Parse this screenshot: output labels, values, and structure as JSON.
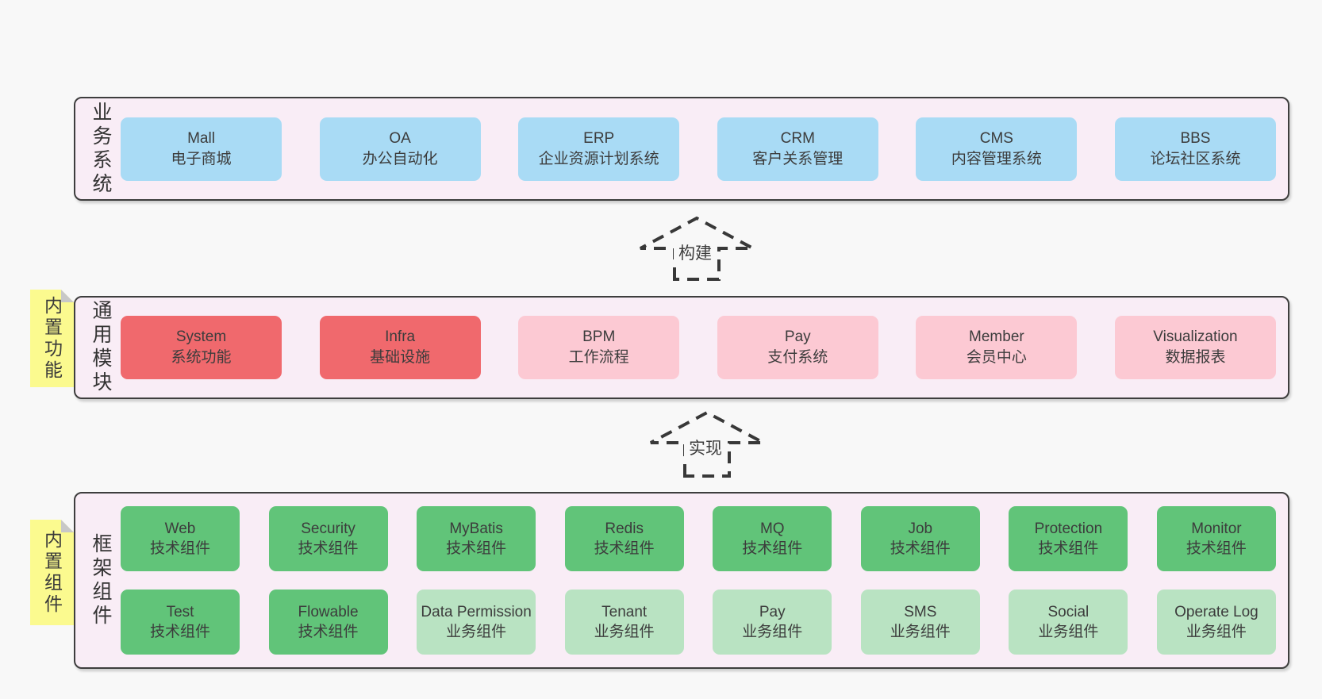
{
  "colors": {
    "page_bg": "#f8f8f8",
    "panel_bg": "#f9edf6",
    "panel_border": "#3e3e3e",
    "blue_box": "#a9dbf5",
    "red_box": "#f0696d",
    "pink_box": "#fcc9d3",
    "dark_green_box": "#61c479",
    "light_green_box": "#b9e3c2",
    "sticky_note": "#fbfa8f",
    "arrow_stroke": "#383838"
  },
  "business": {
    "label": "业务系统",
    "boxes": [
      {
        "en": "Mall",
        "cn": "电子商城"
      },
      {
        "en": "OA",
        "cn": "办公自动化"
      },
      {
        "en": "ERP",
        "cn": "企业资源计划系统"
      },
      {
        "en": "CRM",
        "cn": "客户关系管理"
      },
      {
        "en": "CMS",
        "cn": "内容管理系统"
      },
      {
        "en": "BBS",
        "cn": "论坛社区系统"
      }
    ]
  },
  "arrows": {
    "build": "构建",
    "implement": "实现"
  },
  "modules": {
    "label": "通用模块",
    "note": "内置功能",
    "boxes": [
      {
        "en": "System",
        "cn": "系统功能"
      },
      {
        "en": "Infra",
        "cn": "基础设施"
      },
      {
        "en": "BPM",
        "cn": "工作流程"
      },
      {
        "en": "Pay",
        "cn": "支付系统"
      },
      {
        "en": "Member",
        "cn": "会员中心"
      },
      {
        "en": "Visualization",
        "cn": "数据报表"
      }
    ]
  },
  "framework": {
    "label": "框架组件",
    "note": "内置组件",
    "row1": [
      {
        "en": "Web",
        "cn": "技术组件"
      },
      {
        "en": "Security",
        "cn": "技术组件"
      },
      {
        "en": "MyBatis",
        "cn": "技术组件"
      },
      {
        "en": "Redis",
        "cn": "技术组件"
      },
      {
        "en": "MQ",
        "cn": "技术组件"
      },
      {
        "en": "Job",
        "cn": "技术组件"
      },
      {
        "en": "Protection",
        "cn": "技术组件"
      },
      {
        "en": "Monitor",
        "cn": "技术组件"
      }
    ],
    "row2": [
      {
        "en": "Test",
        "cn": "技术组件"
      },
      {
        "en": "Flowable",
        "cn": "技术组件"
      },
      {
        "en": "Data Permission",
        "cn": "业务组件"
      },
      {
        "en": "Tenant",
        "cn": "业务组件"
      },
      {
        "en": "Pay",
        "cn": "业务组件"
      },
      {
        "en": "SMS",
        "cn": "业务组件"
      },
      {
        "en": "Social",
        "cn": "业务组件"
      },
      {
        "en": "Operate Log",
        "cn": "业务组件"
      }
    ]
  }
}
